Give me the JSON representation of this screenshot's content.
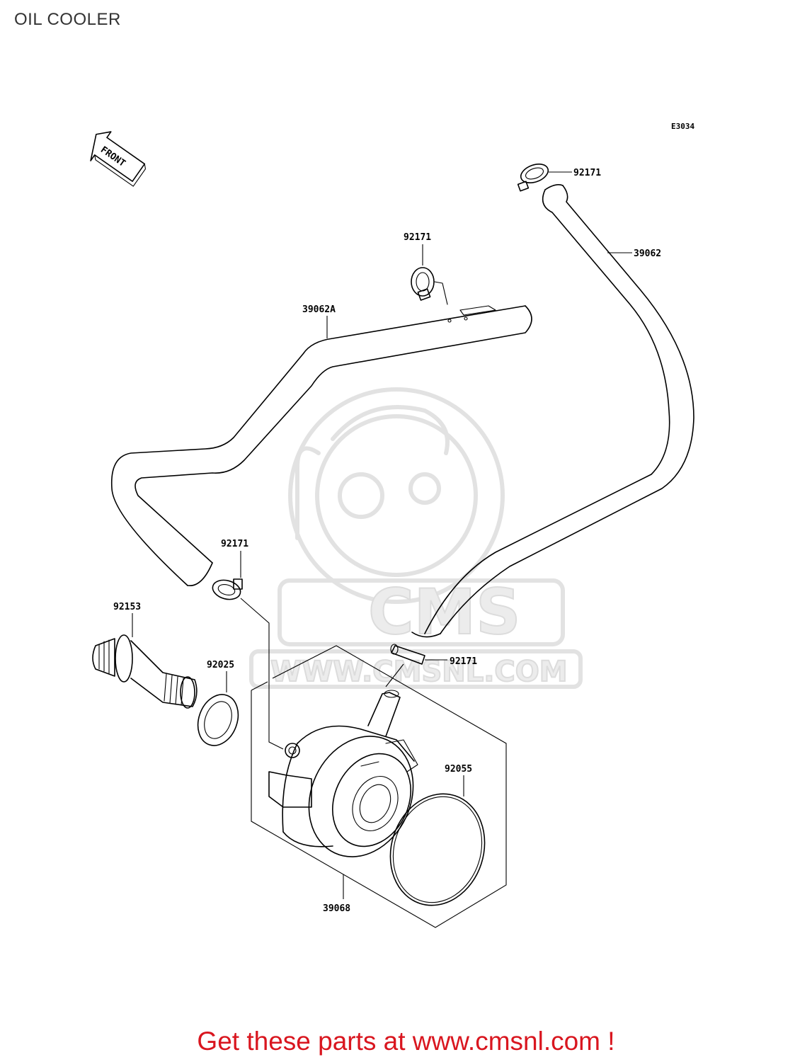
{
  "page": {
    "title": "OIL COOLER",
    "figure_code": "E3034",
    "front_marker": "FRONT",
    "footer_text": "Get these parts at www.cmsnl.com !"
  },
  "watermark": {
    "brand": "CMS",
    "url": "WWW.CMSNL.COM"
  },
  "parts": {
    "clamp_top": "92171",
    "hose_right": "39062",
    "clamp_mid": "92171",
    "hose_left": "39062A",
    "clamp_left": "92171",
    "bolt": "92153",
    "washer": "92025",
    "clamp_cooler": "92171",
    "oring": "92055",
    "cooler": "39068"
  },
  "colors": {
    "line": "#000000",
    "watermark": "#e2e2e2",
    "promo": "#d9161f",
    "title": "#333333"
  }
}
